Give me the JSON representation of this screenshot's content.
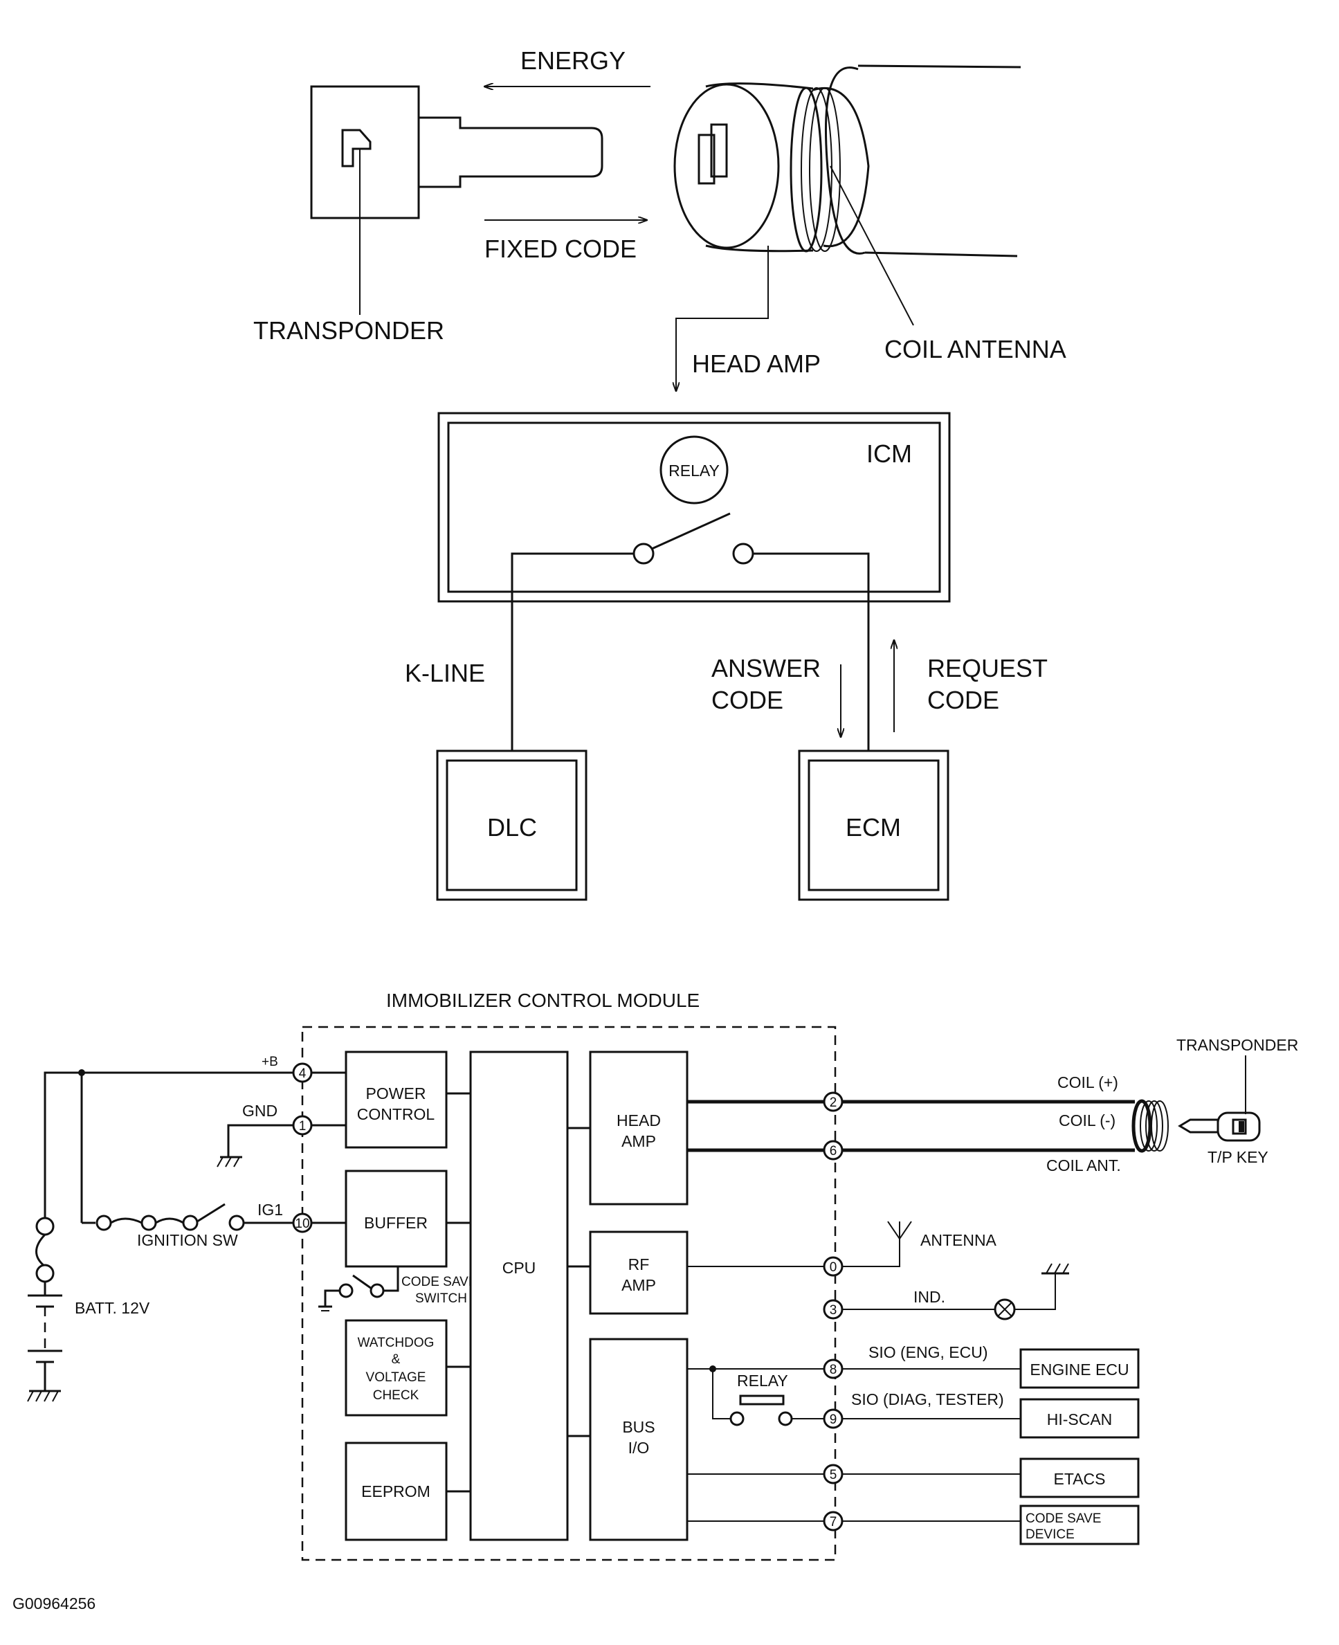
{
  "top_diagram": {
    "energy": "ENERGY",
    "fixed_code": "FIXED CODE",
    "transponder": "TRANSPONDER",
    "coil_antenna": "COIL ANTENNA",
    "head_amp": "HEAD AMP",
    "icm": "ICM",
    "relay": "RELAY",
    "k_line": "K-LINE",
    "answer_code_1": "ANSWER",
    "answer_code_2": "CODE",
    "request_code_1": "REQUEST",
    "request_code_2": "CODE",
    "dlc": "DLC",
    "ecm": "ECM"
  },
  "schematic": {
    "title": "IMMOBILIZER CONTROL MODULE",
    "plus_b": "+B",
    "gnd": "GND",
    "ig1": "IG1",
    "ignition_sw": "IGNITION SW",
    "batt": "BATT. 12V",
    "power_control_1": "POWER",
    "power_control_2": "CONTROL",
    "buffer": "BUFFER",
    "code_save_switch_1": "CODE SAVE",
    "code_save_switch_2": "SWITCH",
    "watchdog_1": "WATCHDOG",
    "watchdog_2": "&",
    "watchdog_3": "VOLTAGE",
    "watchdog_4": "CHECK",
    "eeprom": "EEPROM",
    "cpu": "CPU",
    "head_amp_1": "HEAD",
    "head_amp_2": "AMP",
    "rf_amp_1": "RF",
    "rf_amp_2": "AMP",
    "bus_io_1": "BUS",
    "bus_io_2": "I/O",
    "pins": {
      "p4": "4",
      "p1": "1",
      "p10": "10",
      "p2": "2",
      "p6": "6",
      "p0": "0",
      "p3": "3",
      "p8": "8",
      "p9": "9",
      "p5": "5",
      "p7": "7"
    },
    "coil_plus": "COIL (+)",
    "coil_minus": "COIL (-)",
    "coil_ant": "COIL ANT.",
    "transponder": "TRANSPONDER",
    "tp_key": "T/P KEY",
    "antenna": "ANTENNA",
    "ind": "IND.",
    "sio_eng": "SIO (ENG, ECU)",
    "sio_diag": "SIO (DIAG, TESTER)",
    "relay": "RELAY",
    "engine_ecu": "ENGINE ECU",
    "hi_scan": "HI-SCAN",
    "etacs": "ETACS",
    "code_save_device_1": "CODE SAVE",
    "code_save_device_2": "DEVICE"
  },
  "figure_id": "G00964256"
}
